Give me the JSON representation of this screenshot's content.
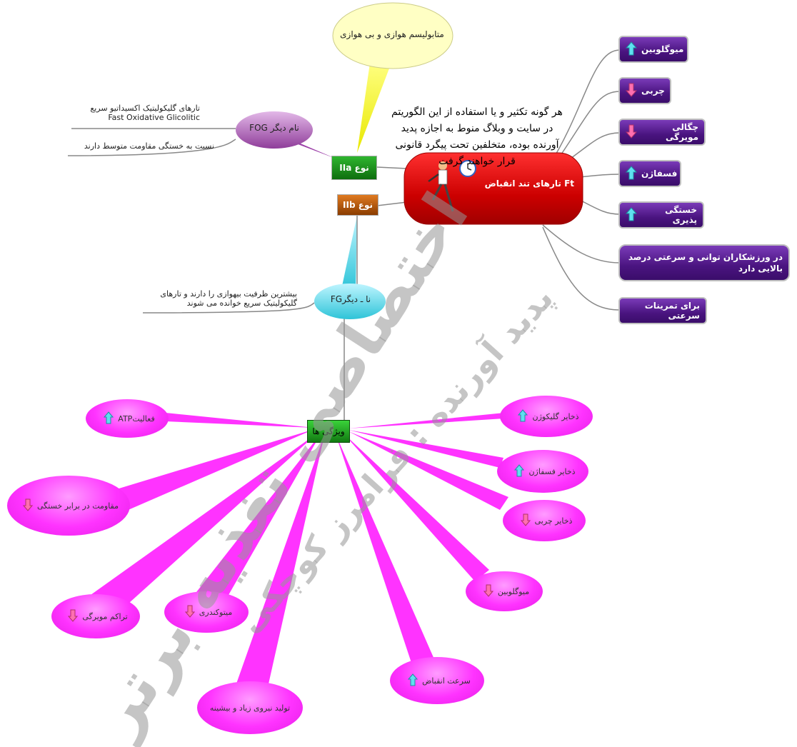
{
  "callout": {
    "text": "متابولیسم هوازی و بی هوازی"
  },
  "center": {
    "title": "Ft  تارهای تند انقباض",
    "overlay_text": "هر گونه تکثیر و یا استفاده از این الگوریتم در سایت و وبلاگ منوط به اجازه پدید آورنده بوده، متخلفین تحت پیگرد قانونی قرار خواهند گرفت"
  },
  "type_iia": {
    "label": "نوع IIa"
  },
  "type_iib": {
    "label": "نوع IIb"
  },
  "fog": {
    "label": "نام دیگر FOG",
    "note1_line1": "تارهای گلیکولیتیک اکسیداتیو سریع",
    "note1_line2": "Fast Oxidative Glicolitic",
    "note2": "نسبت به خستگی مقاومت متوسط دارند"
  },
  "fg": {
    "label": "نا ـ دیگرFG",
    "note_line1": "بیشترین ظرفیت بیهوازی را دارند و تارهای",
    "note_line2": "گلیکولیتیک سریع خوانده می شوند"
  },
  "features": {
    "label": "ویژگی ها"
  },
  "right_nodes": [
    {
      "label": "میوگلوبین",
      "dir": "up"
    },
    {
      "label": "چربی",
      "dir": "down"
    },
    {
      "label": "چگالی مویرگی",
      "dir": "down"
    },
    {
      "label": "فسفاژن",
      "dir": "up"
    },
    {
      "label": "خستگی پذیری",
      "dir": "up"
    },
    {
      "label": "در ورزشکاران توانی و سرعتی درصد بالایی دارد",
      "dir": ""
    },
    {
      "label": "برای تمرینات سرعتی",
      "dir": ""
    }
  ],
  "pink_nodes": [
    {
      "label": "فعالیتATP",
      "dir": "up"
    },
    {
      "label": "مقاومت در برابر خستگی",
      "dir": "down"
    },
    {
      "label": "تراکم مویرگی",
      "dir": "down"
    },
    {
      "label": "میتوکندری",
      "dir": "down"
    },
    {
      "label": "تولید نیروی زیاد و بیشینه",
      "dir": ""
    },
    {
      "label": "سرعت انقباض",
      "dir": "up"
    },
    {
      "label": "میوگلوبین",
      "dir": "down"
    },
    {
      "label": "ذخایر چربی",
      "dir": "down"
    },
    {
      "label": "ذخایر فسفاژن",
      "dir": "up"
    },
    {
      "label": "ذخایر گلیکوژن",
      "dir": "up"
    }
  ],
  "watermarks": {
    "big": "اختصاصی تغذیه برتر",
    "small": "پدید آورنده : فرامرز کوچکی"
  },
  "colors": {
    "center_red": "#d40000",
    "purple": "#4a1480",
    "pink": "#ff33ff",
    "green": "#1a8a1a",
    "brown": "#c06010",
    "callout_yellow": "#ffffc0"
  }
}
